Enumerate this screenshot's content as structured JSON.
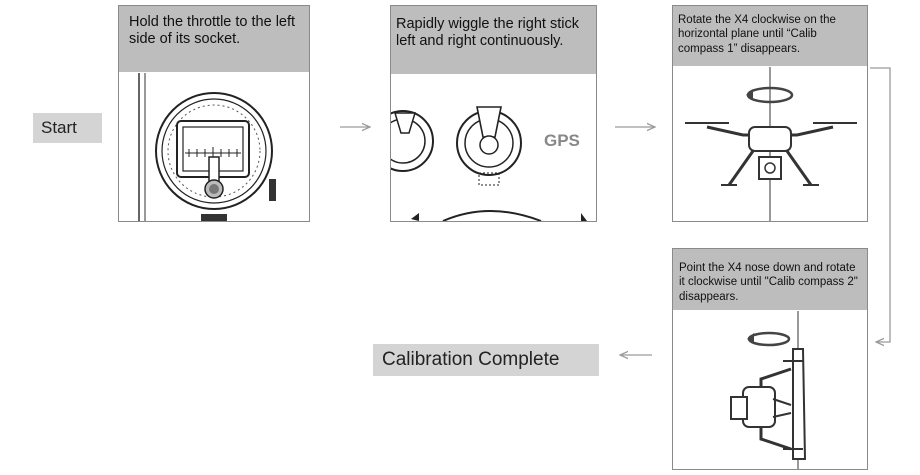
{
  "start_label": "Start",
  "steps": [
    {
      "text": "Hold the throttle to the left side of its socket."
    },
    {
      "text": "Rapidly wiggle the right stick left and right continuously.",
      "panel_label": "GPS"
    },
    {
      "text": "Rotate the X4 clockwise on the horizontal plane until “Calib compass 1” disappears."
    },
    {
      "text": "Point the X4 nose down and rotate it clockwise until \"Calib compass 2\" disappears."
    }
  ],
  "end_label": "Calibration Complete"
}
